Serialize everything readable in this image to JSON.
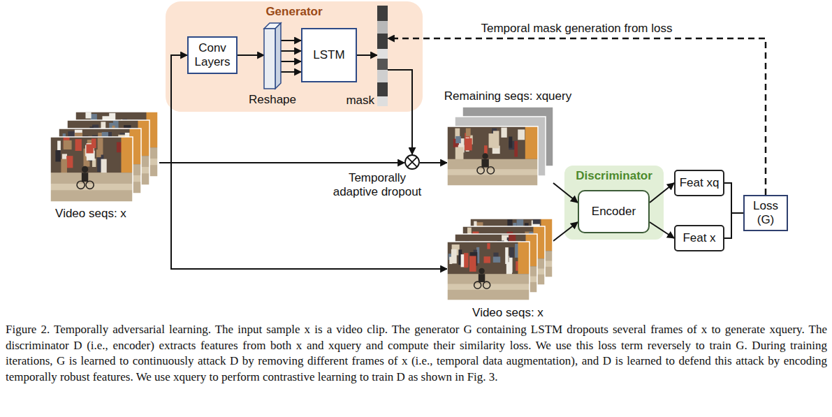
{
  "diagram": {
    "caption": "Figure 2. Temporally adversarial learning. The input sample x is a video clip. The generator G containing LSTM dropouts several frames of x to generate xquery. The discriminator D (i.e., encoder) extracts features from both x and xquery and compute their similarity loss. We use this loss term reversely to train G. During training iterations, G is learned to continuously attack D by removing different frames of x (i.e., temporal data augmentation), and D is learned to defend this attack by encoding temporally robust features. We use xquery to perform contrastive learning to train D as shown in Fig. 3.",
    "nodes": [
      {
        "text": [
          "Generator"
        ]
      },
      {
        "text": [
          "Conv Layers"
        ],
        "in": 0
      },
      {
        "text": [
          "Reshape"
        ],
        "in": 0
      },
      {
        "text": [
          "LSTM"
        ],
        "in": 0
      },
      {
        "text": [
          "mask"
        ],
        "in": 0
      },
      {
        "text": [
          "Video seqs: x"
        ]
      },
      {
        "text": [
          "Temporally adaptive dropout"
        ]
      },
      {
        "text": [
          "Remaining seqs: xquery"
        ]
      },
      {
        "text": [
          "Discriminator"
        ]
      },
      {
        "text": [
          "Encoder"
        ],
        "in": 8
      },
      {
        "text": [
          "Feat xq"
        ]
      },
      {
        "text": [
          "Feat x"
        ]
      },
      {
        "text": [
          "Loss (G)"
        ]
      },
      {
        "text": [
          "Video seqs: x"
        ]
      }
    ],
    "edges": [
      {
        "from": 1,
        "to": 2,
        "arrow": "to"
      },
      {
        "from": 2,
        "to": 3,
        "arrow": "to"
      },
      {
        "from": 3,
        "to": 4,
        "arrow": "to"
      },
      {
        "from": 4,
        "to": 6,
        "arrow": "to"
      },
      {
        "from": 5,
        "to": 1,
        "arrow": "to"
      },
      {
        "from": 5,
        "to": 6,
        "arrow": "to"
      },
      {
        "from": 5,
        "to": 13,
        "arrow": "to"
      },
      {
        "from": 6,
        "to": 7,
        "arrow": "to"
      },
      {
        "from": 7,
        "to": 9,
        "arrow": "to"
      },
      {
        "from": 13,
        "to": 9,
        "arrow": "to"
      },
      {
        "from": 9,
        "to": 10,
        "arrow": "to"
      },
      {
        "from": 9,
        "to": 11,
        "arrow": "to"
      },
      {
        "from": 10,
        "to": 12,
        "arrow": "none"
      },
      {
        "from": 11,
        "to": 12,
        "arrow": "none"
      },
      {
        "from": 12,
        "to": 4,
        "label": "Temporal mask generation from loss",
        "arrow": "to"
      }
    ]
  }
}
